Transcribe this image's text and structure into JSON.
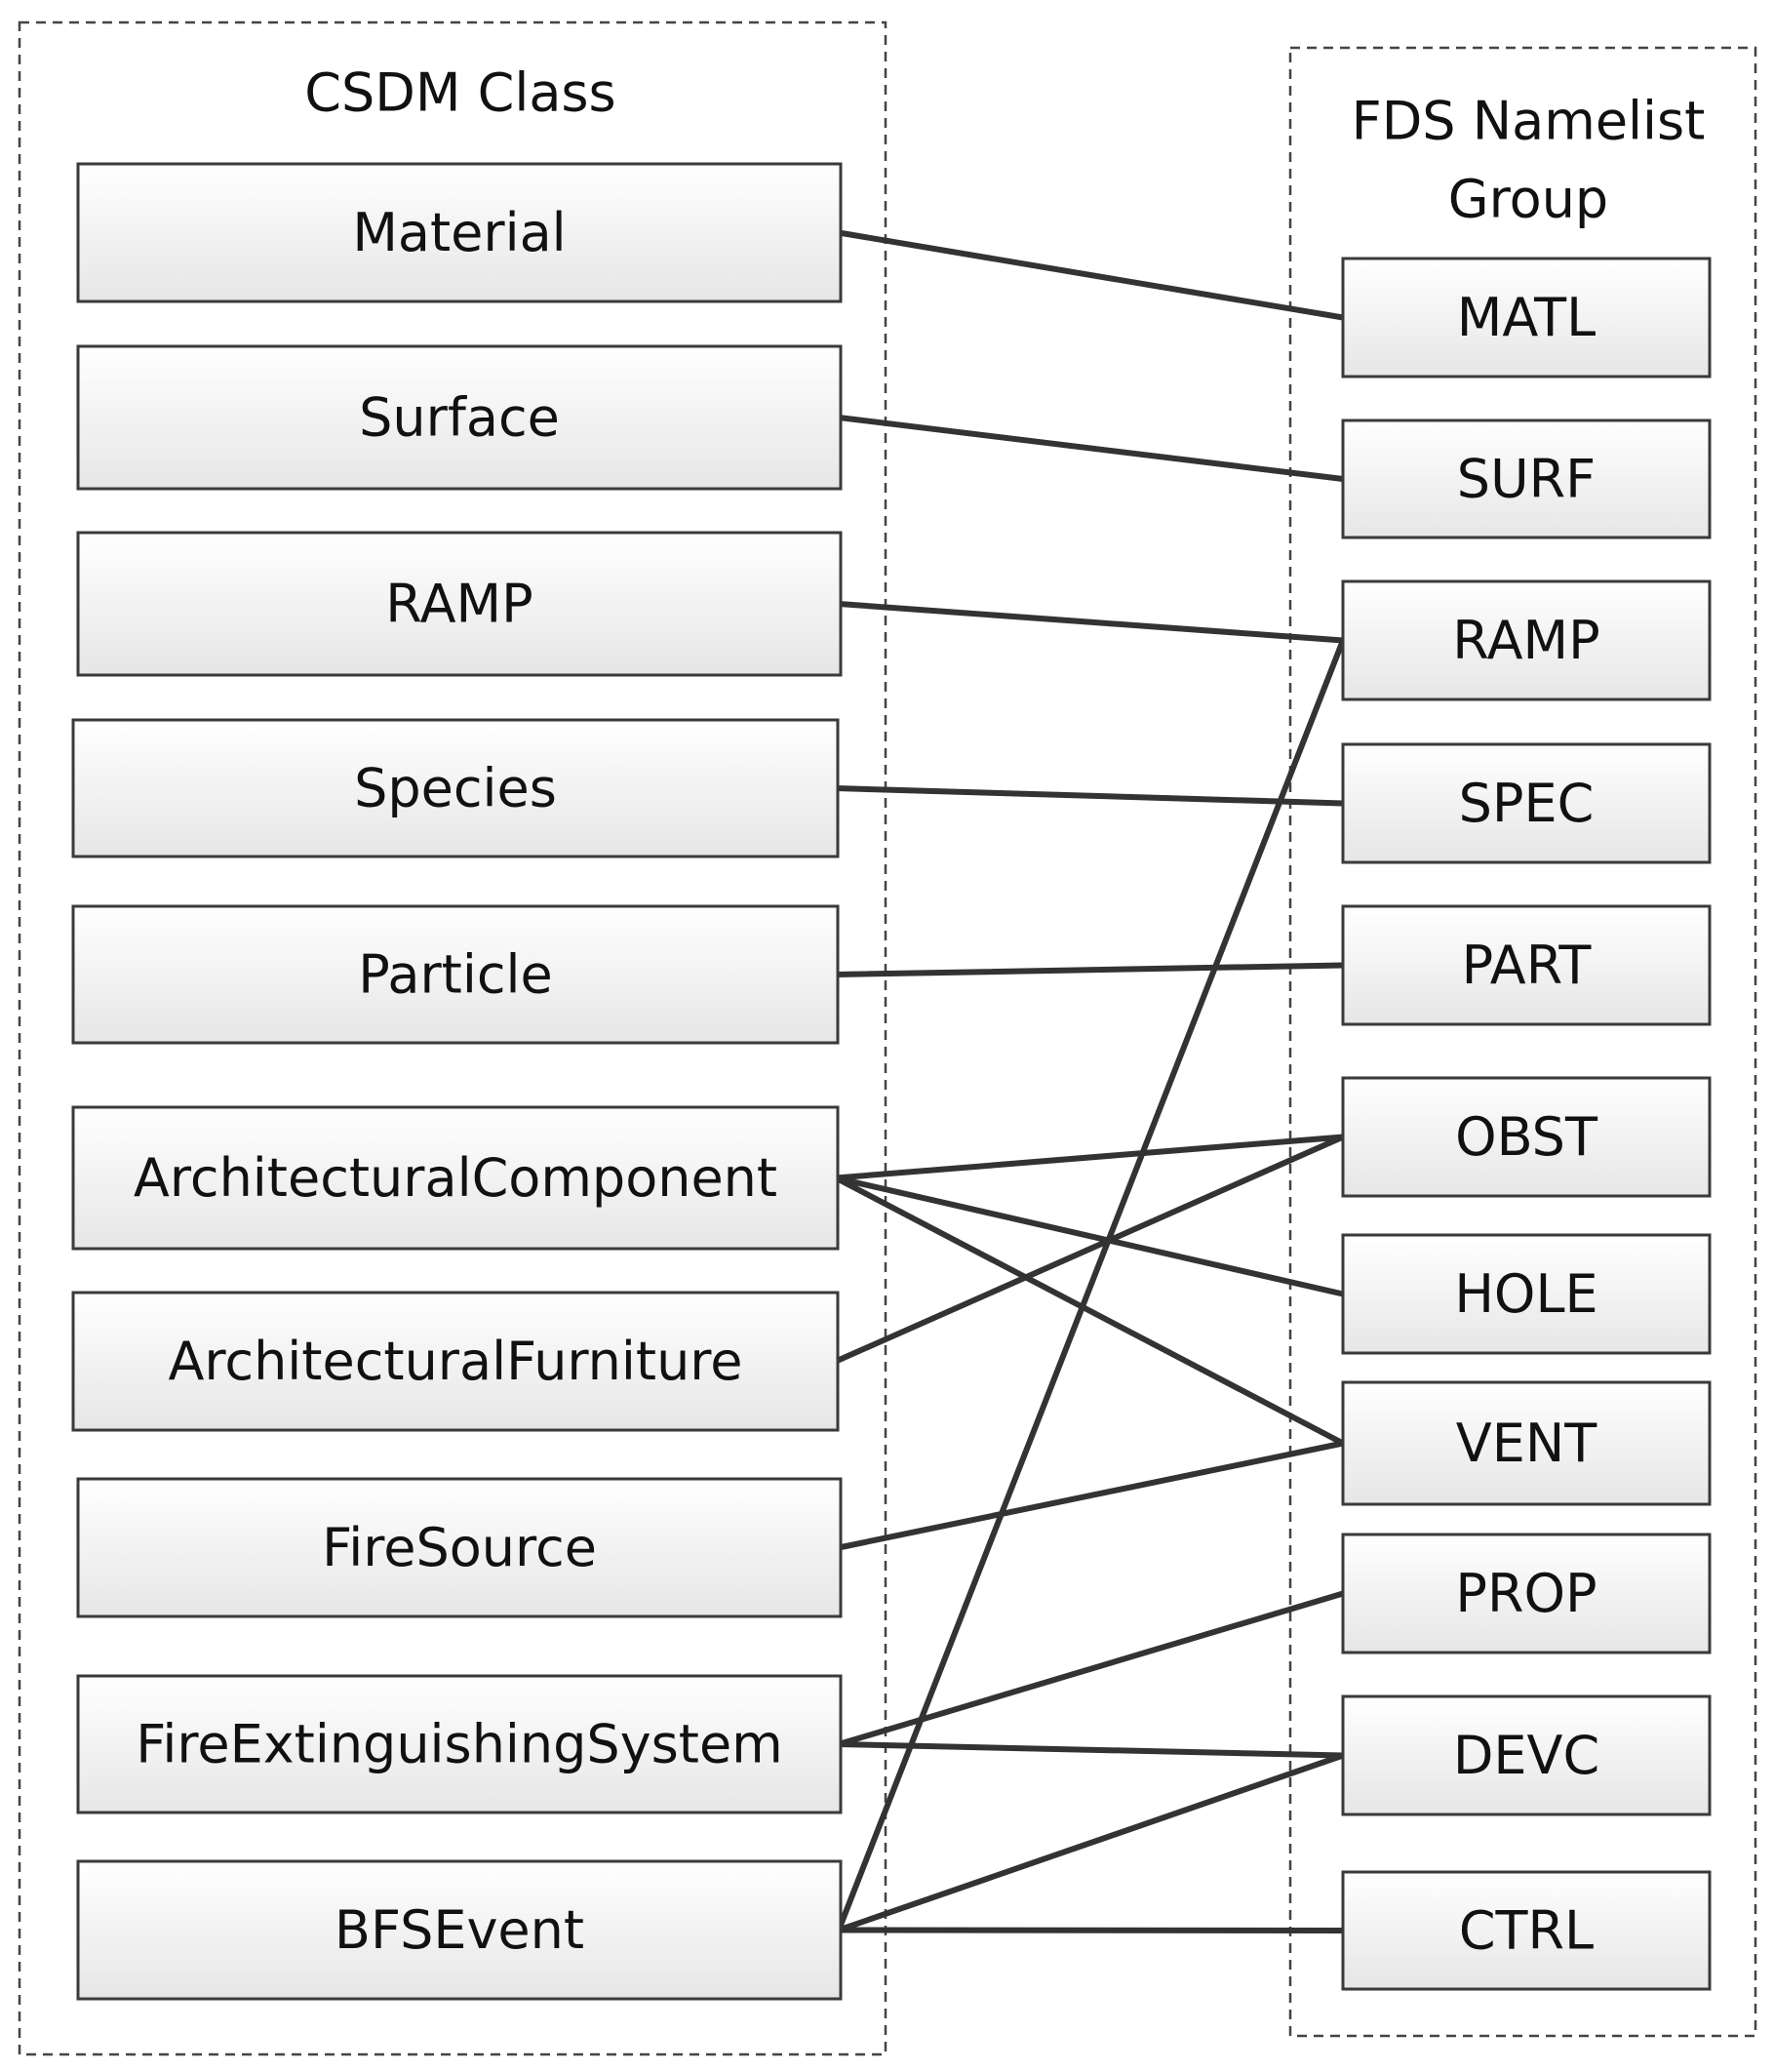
{
  "groups": {
    "csdm": {
      "title": "CSDM Class",
      "items": [
        "Material",
        "Surface",
        "RAMP",
        "Species",
        "Particle",
        "ArchitecturalComponent",
        "ArchitecturalFurniture",
        "FireSource",
        "FireExtinguishingSystem",
        "BFSEvent"
      ]
    },
    "fds": {
      "title_line1": "FDS Namelist",
      "title_line2": "Group",
      "items": [
        "MATL",
        "SURF",
        "RAMP",
        "SPEC",
        "PART",
        "OBST",
        "HOLE",
        "VENT",
        "PROP",
        "DEVC",
        "CTRL"
      ]
    }
  },
  "mappings": [
    [
      "Material",
      "MATL"
    ],
    [
      "Surface",
      "SURF"
    ],
    [
      "RAMP",
      "RAMP"
    ],
    [
      "Species",
      "SPEC"
    ],
    [
      "Particle",
      "PART"
    ],
    [
      "ArchitecturalComponent",
      "OBST"
    ],
    [
      "ArchitecturalComponent",
      "HOLE"
    ],
    [
      "ArchitecturalComponent",
      "VENT"
    ],
    [
      "ArchitecturalFurniture",
      "OBST"
    ],
    [
      "FireSource",
      "VENT"
    ],
    [
      "FireExtinguishingSystem",
      "PROP"
    ],
    [
      "FireExtinguishingSystem",
      "DEVC"
    ],
    [
      "BFSEvent",
      "RAMP"
    ],
    [
      "BFSEvent",
      "DEVC"
    ],
    [
      "BFSEvent",
      "CTRL"
    ]
  ],
  "colors": {
    "line": "#333333",
    "box_stroke": "#3a3a3a",
    "box_fill_top": "#ffffff",
    "box_fill_bottom": "#e6e6e6",
    "text": "#111111"
  }
}
